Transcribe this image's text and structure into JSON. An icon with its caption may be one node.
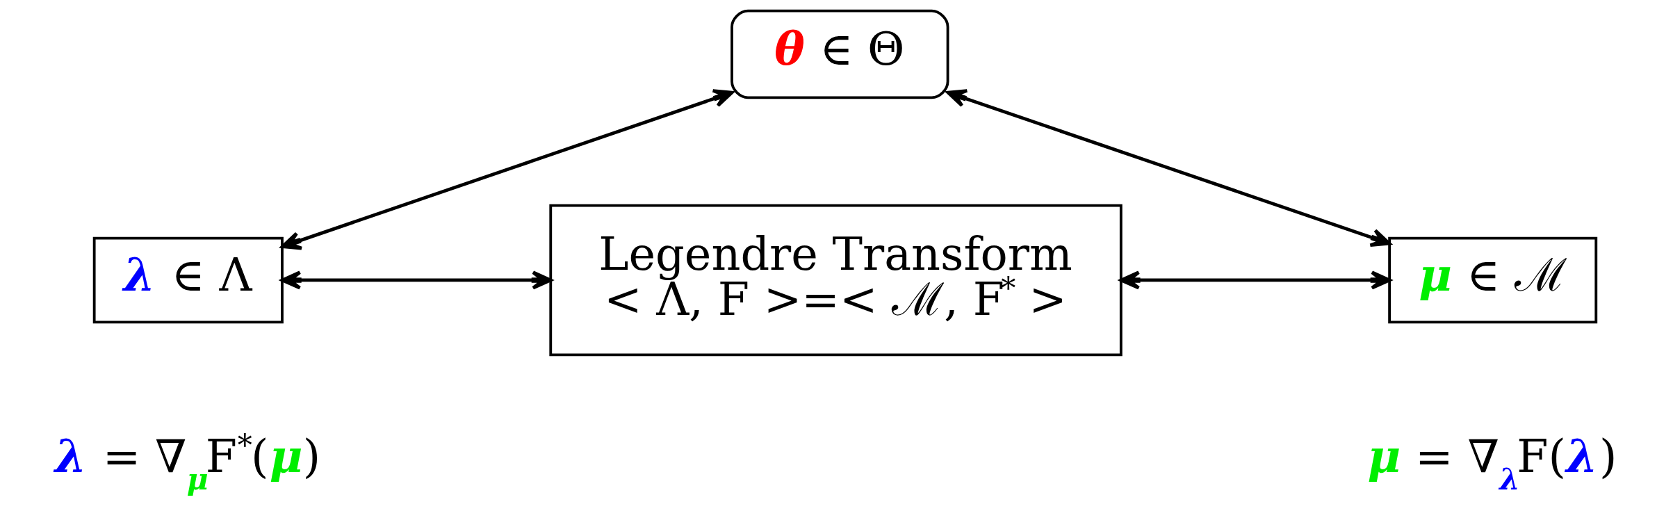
{
  "diagram": {
    "nodes": [
      {
        "text": [
          "θ ∈ Θ"
        ]
      },
      {
        "text": [
          "λ ∈ Λ"
        ],
        "beside": [
          "λ = ∇$_{μ}$F$^{*}$(μ)"
        ]
      },
      {
        "text": [
          "Legendre Transform",
          "< Λ, F >=< ℳ, F$^{*}$ >"
        ]
      },
      {
        "text": [
          "μ ∈ ℳ"
        ],
        "beside": [
          "μ = ∇$_{λ}$F(λ)"
        ]
      }
    ],
    "edges": [
      {
        "from": 0,
        "to": 1,
        "arrow": "both"
      },
      {
        "from": 0,
        "to": 3,
        "arrow": "both"
      },
      {
        "from": 1,
        "to": 2,
        "arrow": "both"
      },
      {
        "from": 2,
        "to": 3,
        "arrow": "both"
      }
    ]
  }
}
